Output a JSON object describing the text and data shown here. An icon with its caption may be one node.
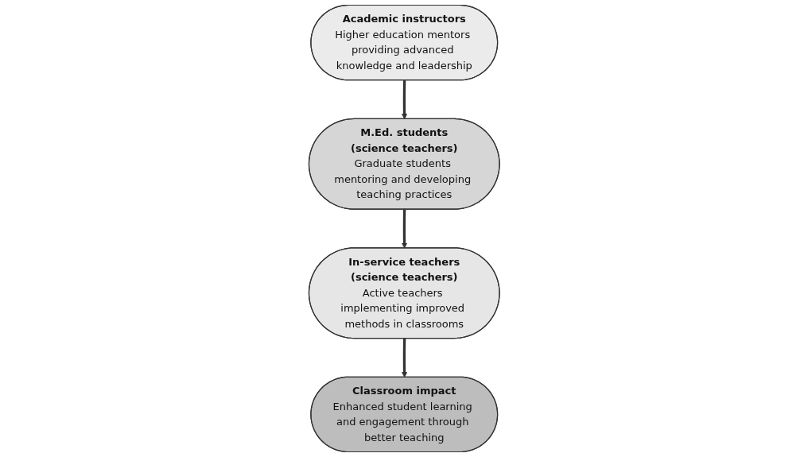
{
  "diagram": {
    "nodes": [
      {
        "text": [
          "Academic instructors",
          "Higher education mentors providing advanced knowledge and leadership"
        ]
      },
      {
        "text": [
          "M.Ed. students",
          "(science teachers)",
          "Graduate students mentoring and developing teaching practices"
        ]
      },
      {
        "text": [
          "In-service teachers",
          "(science teachers)",
          "Active teachers implementing improved methods in classrooms"
        ]
      },
      {
        "text": [
          "Classroom impact",
          "Enhanced student learning and engagement through better teaching"
        ]
      }
    ],
    "edges": [
      {
        "from": 0,
        "to": 1,
        "arrow": "to"
      },
      {
        "from": 1,
        "to": 2,
        "arrow": "to"
      },
      {
        "from": 2,
        "to": 3,
        "arrow": "to"
      }
    ]
  }
}
